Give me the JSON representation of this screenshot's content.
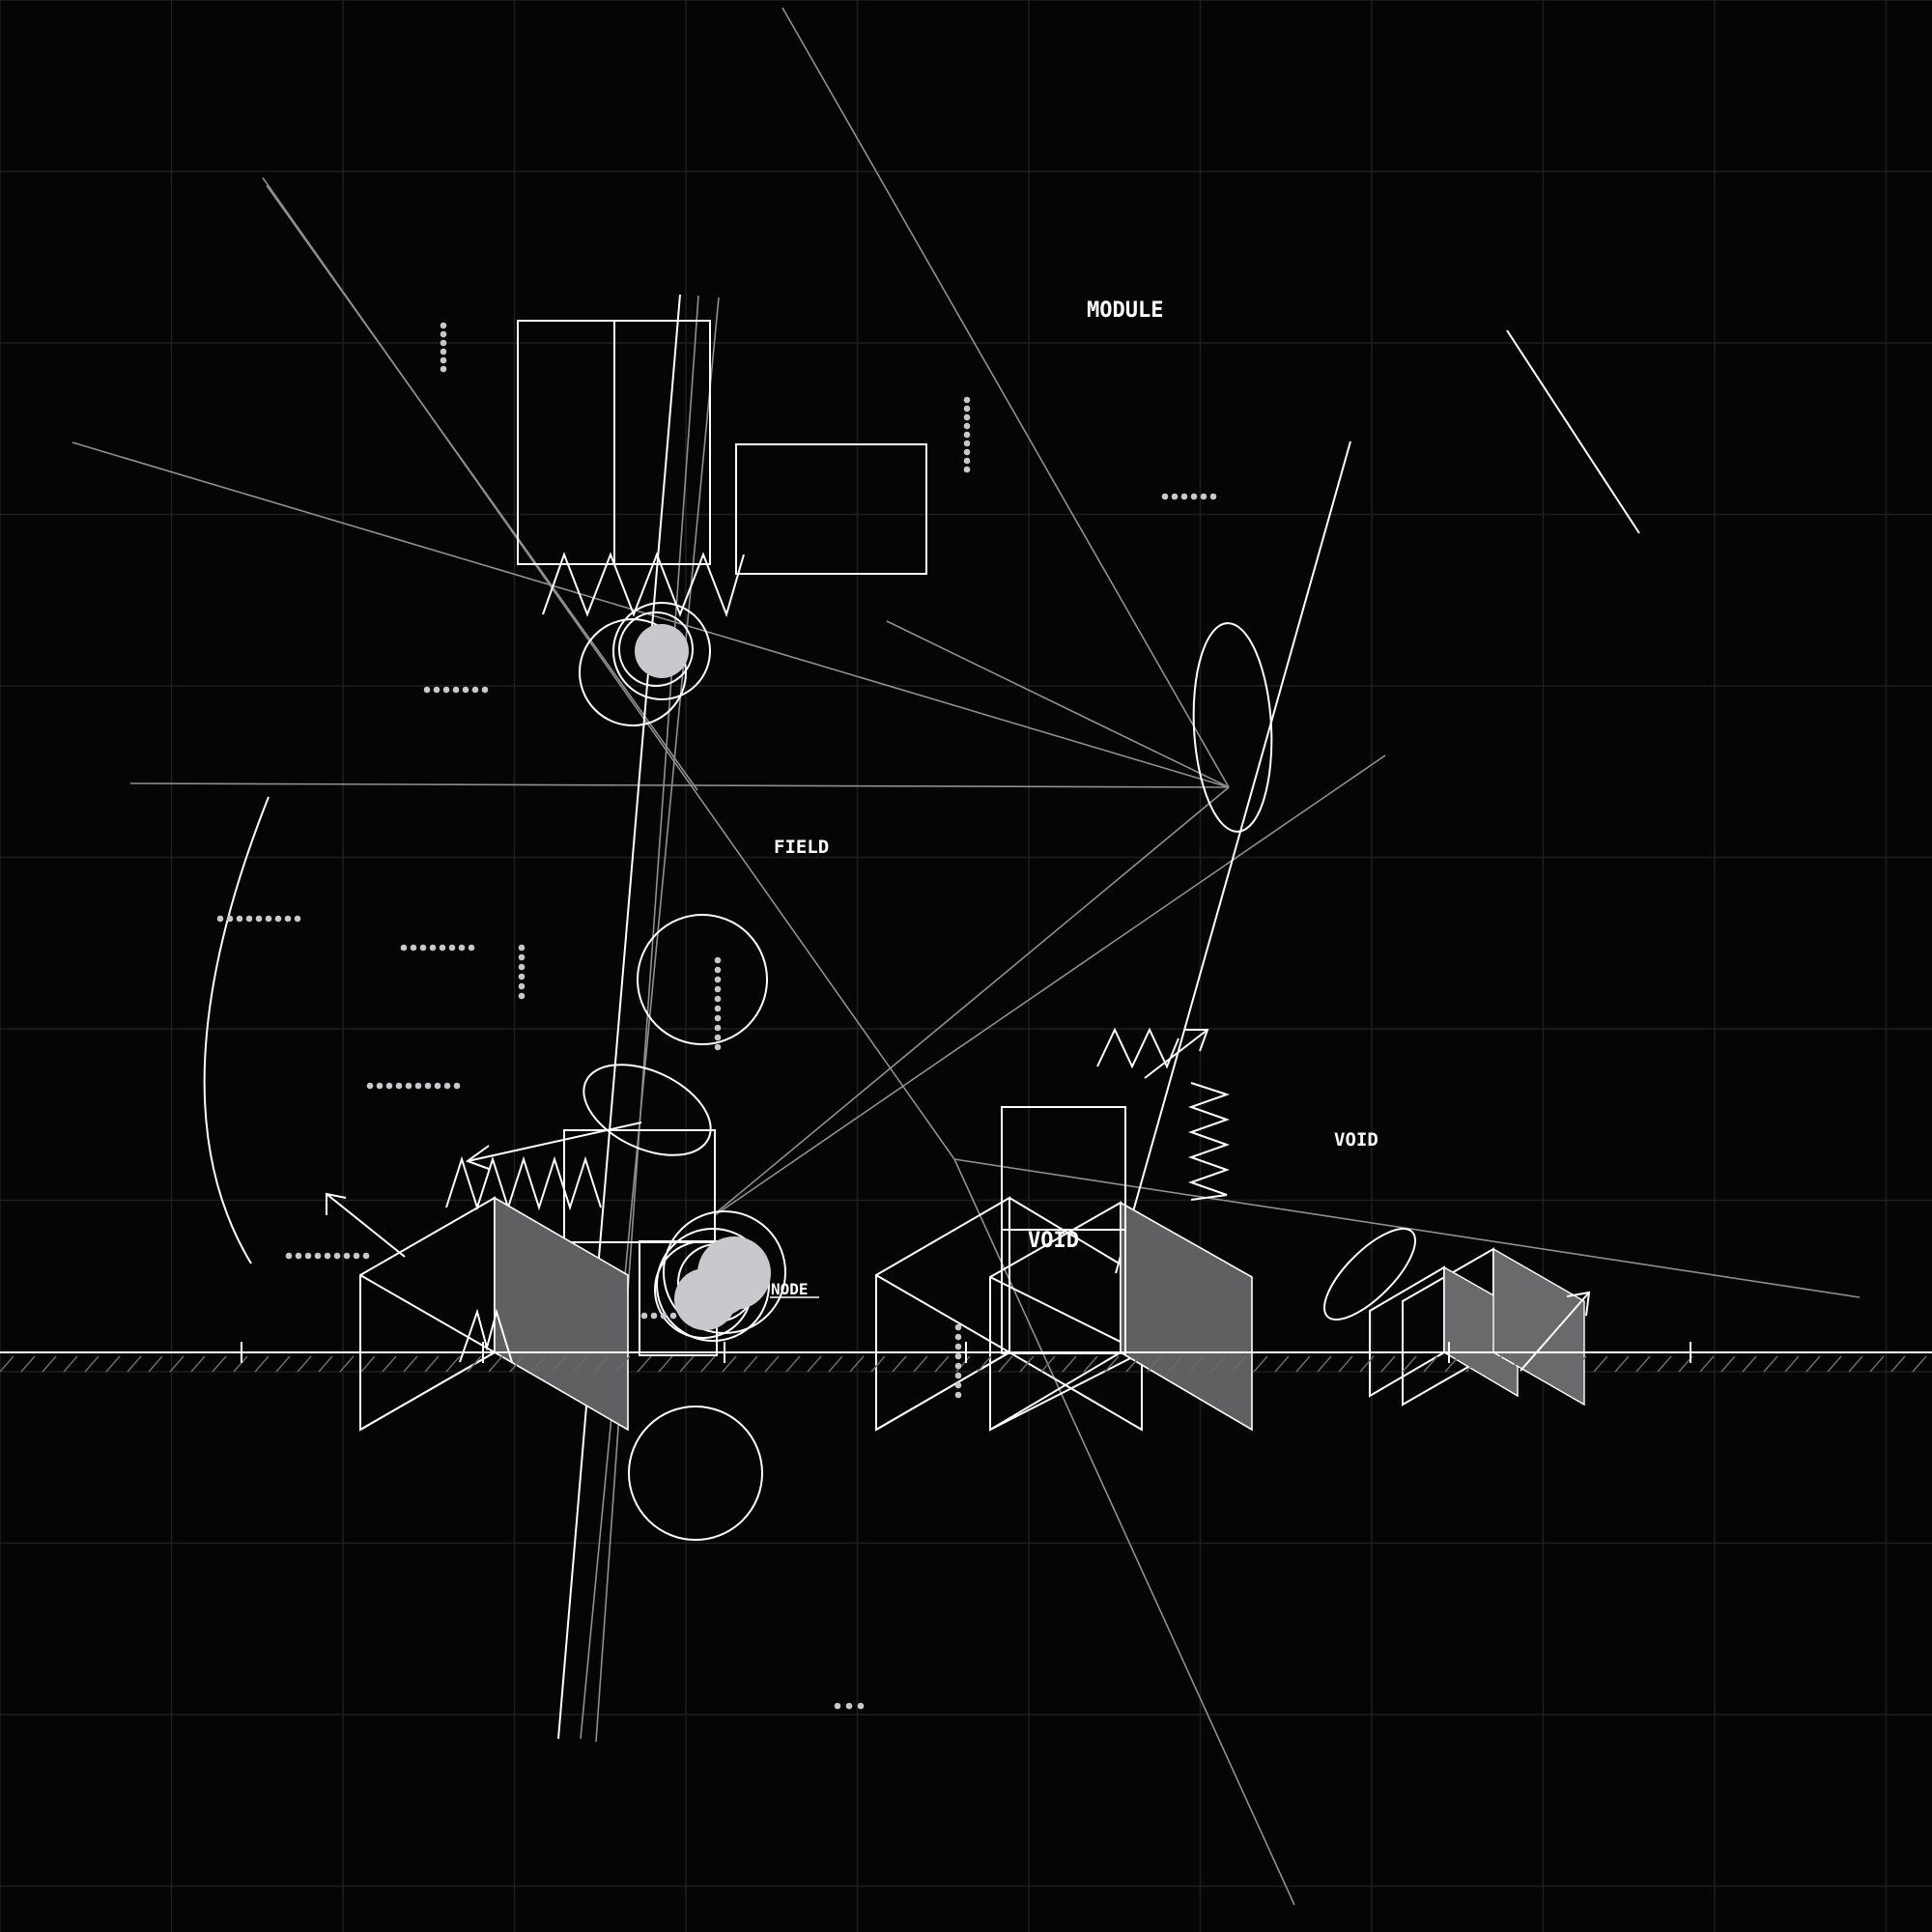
{
  "labels": {
    "module": "MODULE",
    "field": "FIELD",
    "void_right": "VOID",
    "void_center": "VOID",
    "node": "NODE"
  },
  "colors": {
    "background": "#050506",
    "line": "#ffffff",
    "ray": "#8f8f93",
    "grid": "#1e1e20",
    "panel": "#606063",
    "disc": "#c9c9cd"
  }
}
